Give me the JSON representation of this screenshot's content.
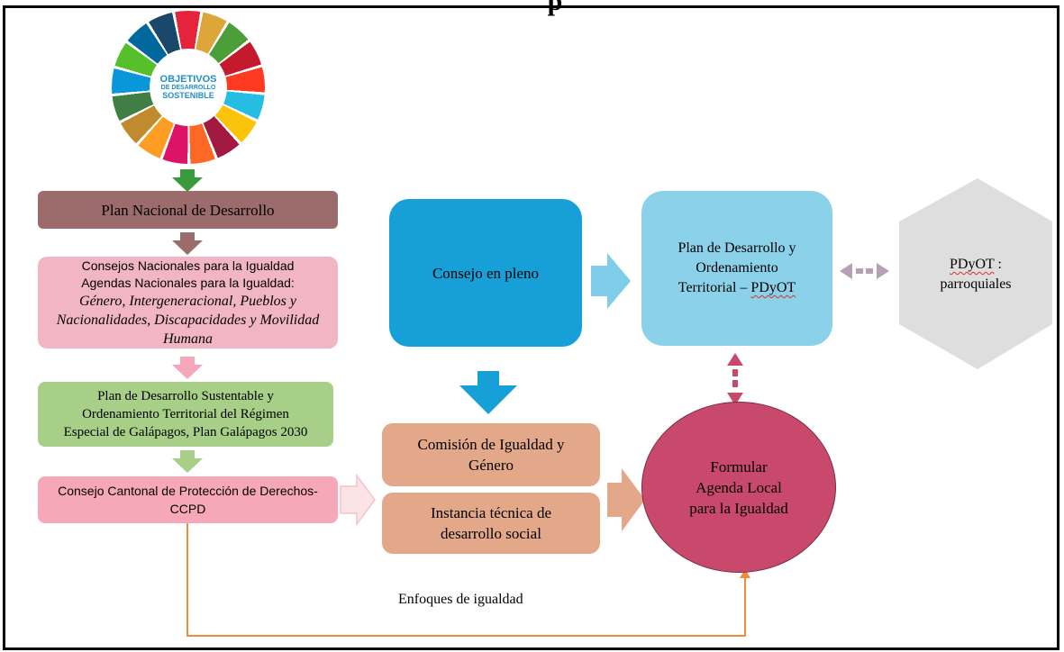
{
  "header": {
    "title_fragment": "p"
  },
  "sdg_logo": {
    "line1": "OBJETIVOS",
    "line2": "DE DESARROLLO",
    "line3": "SOSTENIBLE",
    "segment_colors": [
      "#e5243b",
      "#dda63a",
      "#4c9f38",
      "#c5192d",
      "#ff3a21",
      "#26bde2",
      "#fcc30b",
      "#a21942",
      "#fd6925",
      "#dd1367",
      "#fd9d24",
      "#bf8b2e",
      "#3f7e44",
      "#0a97d9",
      "#56c02b",
      "#00689d",
      "#19486a"
    ]
  },
  "left_column": {
    "plan_nacional": "Plan Nacional de Desarrollo",
    "consejos": {
      "line1": "Consejos Nacionales para la Igualdad",
      "line2": "Agendas  Nacionales para la Igualdad:",
      "line3": "Género, Intergeneracional, Pueblos y",
      "line4": "Nacionalidades, Discapacidades y Movilidad",
      "line5": "Humana"
    },
    "plan_galapagos": {
      "line1": "Plan de Desarrollo Sustentable y",
      "line2": "Ordenamiento Territorial del Régimen",
      "line3": "Especial de Galápagos, Plan Galápagos 2030"
    },
    "ccpd": {
      "line1": "Consejo Cantonal de Protección de Derechos-",
      "line2": "CCPD"
    }
  },
  "middle_column": {
    "consejo_pleno": "Consejo en pleno",
    "comision": {
      "line1": "Comisión de Igualdad y",
      "line2": "Género"
    },
    "instancia": {
      "line1": "Instancia técnica de",
      "line2": "desarrollo social"
    }
  },
  "right_column": {
    "pdyot": {
      "line1": "Plan de Desarrollo y",
      "line2": "Ordenamiento",
      "line3a": "Territorial – ",
      "line3b": "PDyOT"
    },
    "parroquiales": {
      "line1": "PDyOT",
      "line1_suffix": " :",
      "line2": "parroquiales"
    },
    "agenda": {
      "line1": "Formular",
      "line2": "Agenda Local",
      "line3": "para la Igualdad"
    }
  },
  "connector_label": "Enfoques de igualdad",
  "colors": {
    "plan_nacional": "#9c6b6b",
    "consejos": "#f2b5c3",
    "plan_galapagos": "#a7cf87",
    "ccpd": "#f7a8b8",
    "consejo_pleno": "#179fd7",
    "comision": "#e3a789",
    "pdyot": "#8cd1ea",
    "parroquiales": "#dedede",
    "agenda": "#c9496c",
    "orange_line": "#ed8c3c"
  }
}
